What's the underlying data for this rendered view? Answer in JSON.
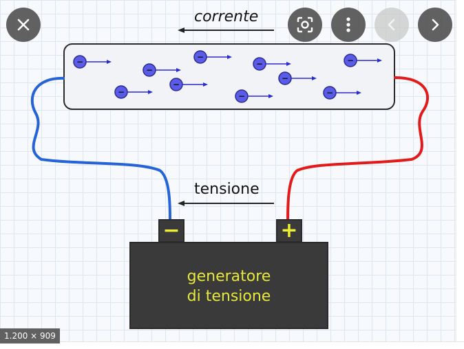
{
  "diagram": {
    "current_label": "corrente",
    "tension_label": "tensione",
    "battery": {
      "line1": "generatore",
      "line2": "di tensione",
      "negative_terminal": "−",
      "positive_terminal": "+"
    },
    "electron_sign": "−",
    "colors": {
      "negative_wire": "#2563d6",
      "positive_wire": "#e11b1b",
      "battery_body": "#3a3a3a",
      "battery_text": "#e8e83a",
      "electron": "#5b5bea"
    }
  },
  "viewer": {
    "image_size_badge": "1.200 × 909",
    "controls": {
      "close": "close-icon",
      "visual_search": "lens-icon",
      "more": "more-vert-icon",
      "previous": "chevron-left-icon",
      "next": "chevron-right-icon"
    }
  }
}
